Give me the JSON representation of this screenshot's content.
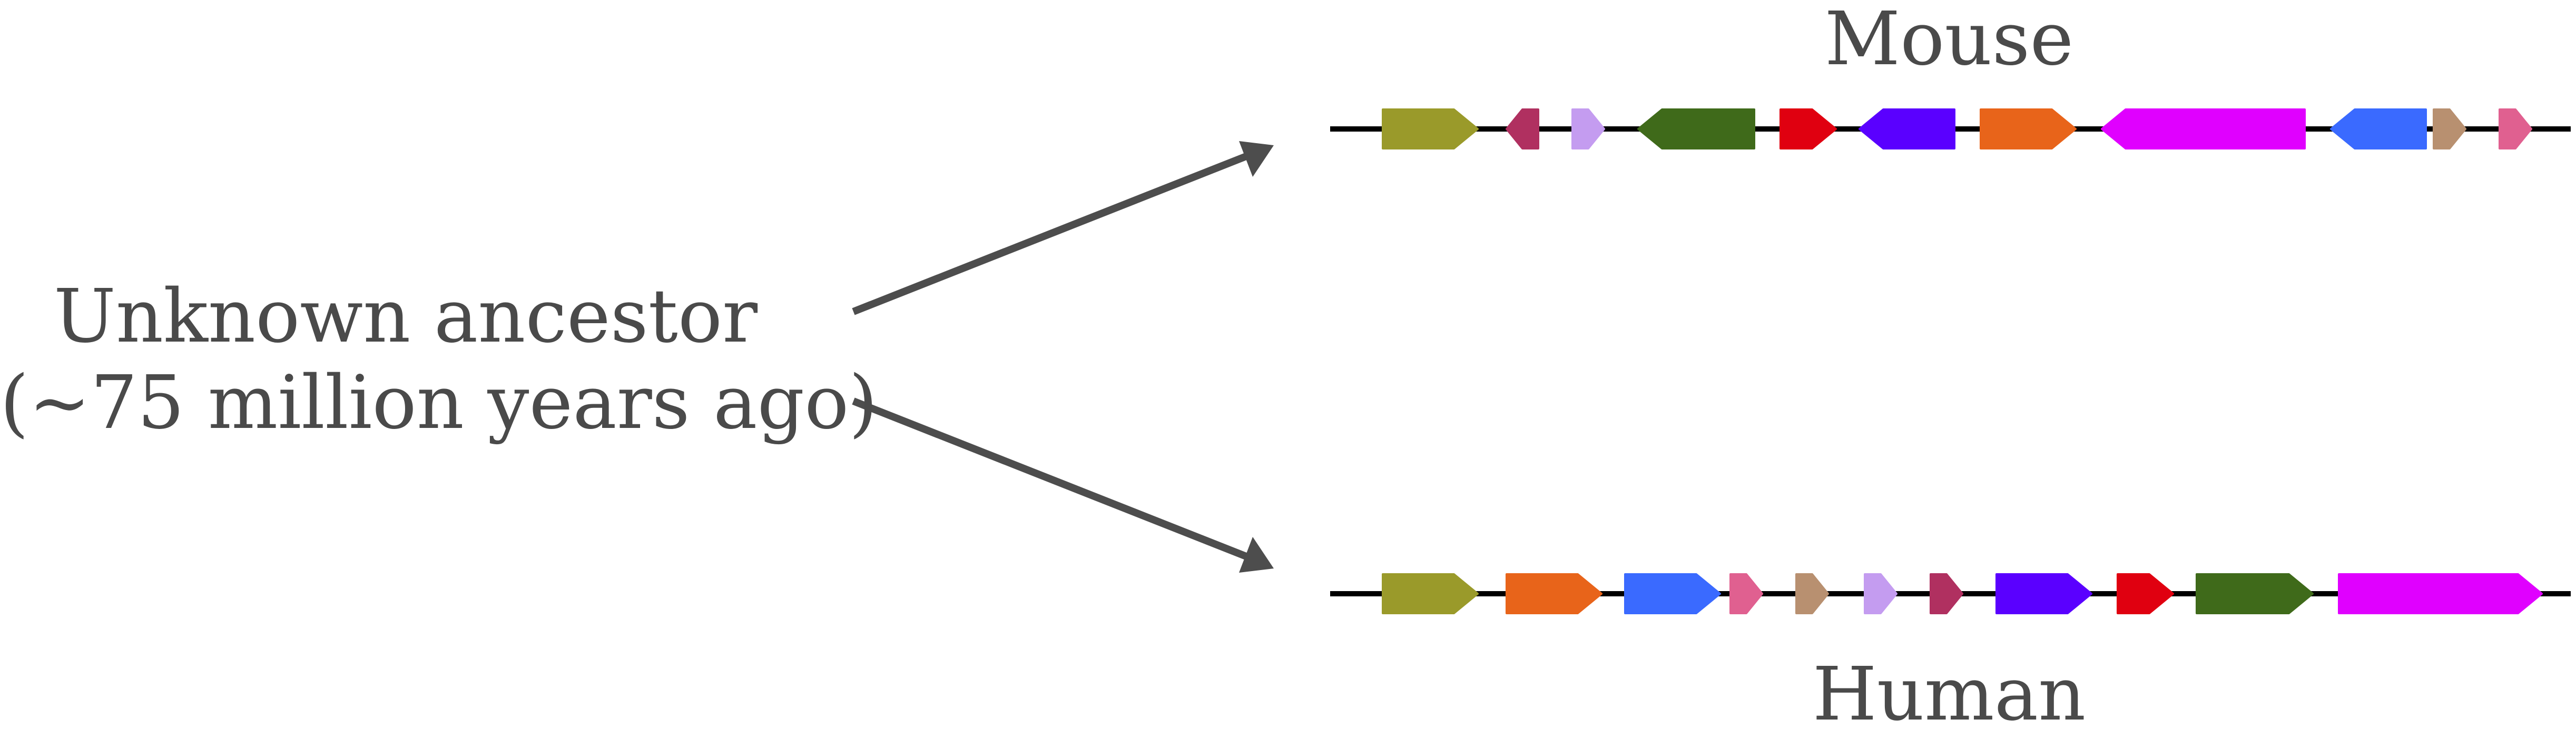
{
  "ancestor": {
    "line1": "Unknown ancestor",
    "line2": "(~75 million years ago)"
  },
  "mouse": {
    "name": "Mouse",
    "genes": [
      {
        "color": "#9a9a2a",
        "dir": "right",
        "len": "medium"
      },
      {
        "color": "#b03060",
        "dir": "left",
        "len": "tiny"
      },
      {
        "color": "#c49cf0",
        "dir": "right",
        "len": "tiny"
      },
      {
        "color": "#3f6a1a",
        "dir": "left",
        "len": "large"
      },
      {
        "color": "#e00010",
        "dir": "right",
        "len": "small"
      },
      {
        "color": "#5a00ff",
        "dir": "left",
        "len": "medium"
      },
      {
        "color": "#e8641a",
        "dir": "right",
        "len": "medium"
      },
      {
        "color": "#e000ff",
        "dir": "left",
        "len": "xlarge"
      },
      {
        "color": "#3a6aff",
        "dir": "left",
        "len": "medium"
      },
      {
        "color": "#b89070",
        "dir": "right",
        "len": "tiny"
      },
      {
        "color": "#e06090",
        "dir": "right",
        "len": "tiny"
      }
    ]
  },
  "human": {
    "name": "Human",
    "genes": [
      {
        "color": "#9a9a2a",
        "dir": "right",
        "len": "medium"
      },
      {
        "color": "#e8641a",
        "dir": "right",
        "len": "medium"
      },
      {
        "color": "#3a6aff",
        "dir": "right",
        "len": "medium"
      },
      {
        "color": "#e06090",
        "dir": "right",
        "len": "tiny"
      },
      {
        "color": "#b89070",
        "dir": "right",
        "len": "tiny"
      },
      {
        "color": "#c49cf0",
        "dir": "right",
        "len": "tiny"
      },
      {
        "color": "#b03060",
        "dir": "right",
        "len": "tiny"
      },
      {
        "color": "#5a00ff",
        "dir": "right",
        "len": "medium"
      },
      {
        "color": "#e00010",
        "dir": "right",
        "len": "small"
      },
      {
        "color": "#3f6a1a",
        "dir": "right",
        "len": "large"
      },
      {
        "color": "#e000ff",
        "dir": "right",
        "len": "xlarge"
      }
    ]
  },
  "colors": {
    "text": "#4a4a4a",
    "arrow": "#4d4d4d",
    "chromosome_line": "#000000"
  }
}
